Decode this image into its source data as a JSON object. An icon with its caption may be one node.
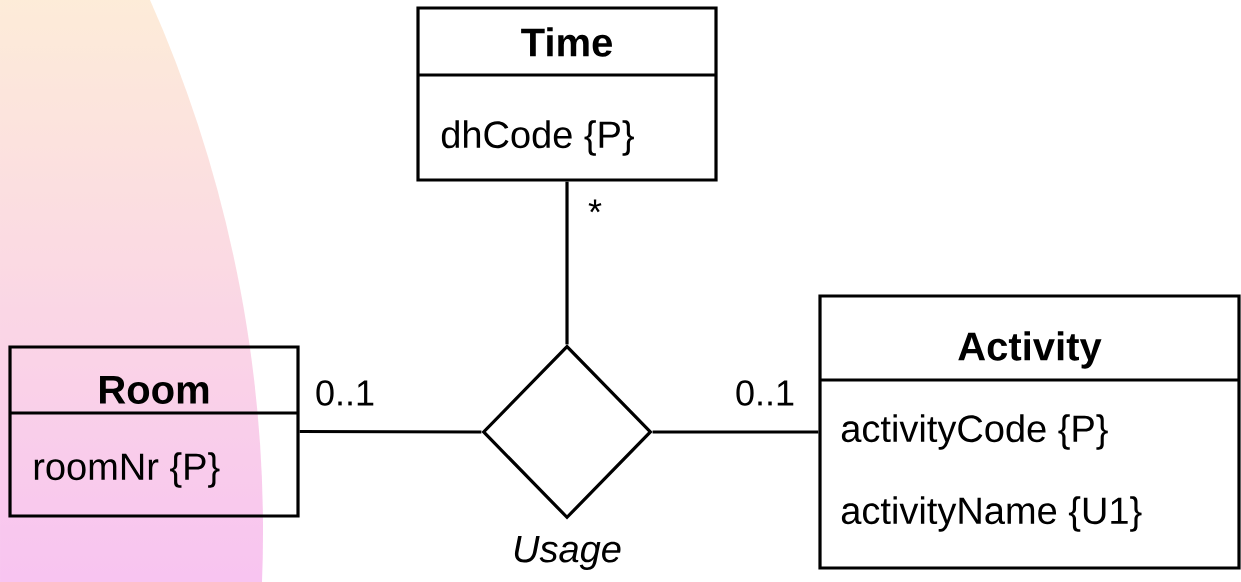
{
  "diagram": {
    "nodes": [
      {
        "text": [
          "Time",
          "dhCode {P}"
        ]
      },
      {
        "text": [
          "Room",
          "roomNr {P}"
        ]
      },
      {
        "text": [
          "Usage"
        ]
      },
      {
        "text": [
          "Activity",
          "activityCode {P}",
          "activityName {U1}"
        ]
      }
    ],
    "edges": [
      {
        "from": 2,
        "to": 0,
        "arrow": "none",
        "label": "*"
      },
      {
        "from": 2,
        "to": 1,
        "arrow": "none",
        "label": "0..1"
      },
      {
        "from": 2,
        "to": 3,
        "arrow": "none",
        "label": "0..1"
      }
    ]
  }
}
